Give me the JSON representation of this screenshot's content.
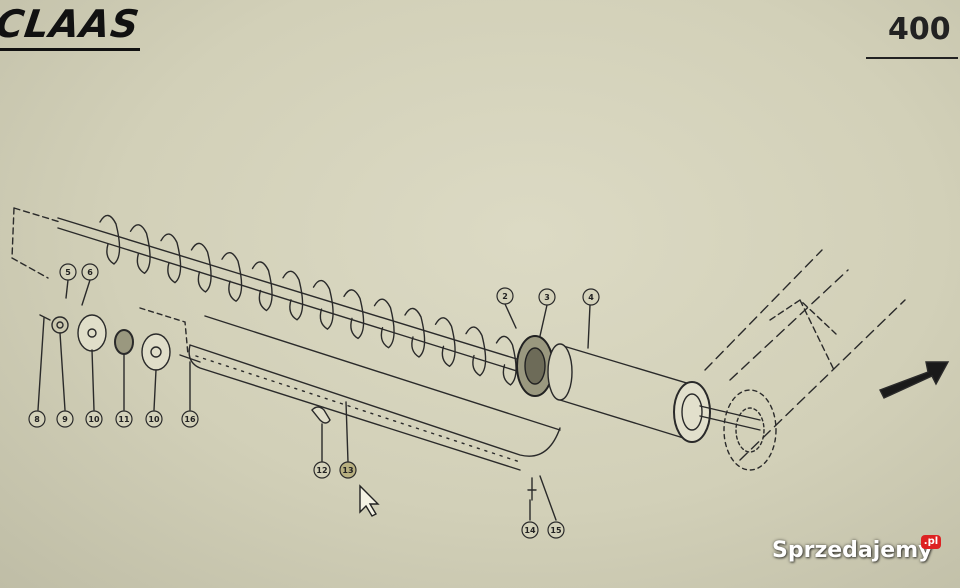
{
  "header": {
    "brand": "CLAAS",
    "page_number": "400"
  },
  "watermark": {
    "text": "Sprzedajemy",
    "badge": ".pl"
  },
  "colors": {
    "paper": "#d4d2ba",
    "ink": "#2a2a2a",
    "highlight": "#b8b080"
  },
  "callouts": [
    {
      "id": "callout-2",
      "label": "2"
    },
    {
      "id": "callout-3",
      "label": "3"
    },
    {
      "id": "callout-4",
      "label": "4"
    },
    {
      "id": "callout-5",
      "label": "5"
    },
    {
      "id": "callout-6",
      "label": "6"
    },
    {
      "id": "callout-8",
      "label": "8"
    },
    {
      "id": "callout-9",
      "label": "9"
    },
    {
      "id": "callout-10a",
      "label": "10"
    },
    {
      "id": "callout-11",
      "label": "11"
    },
    {
      "id": "callout-10b",
      "label": "10"
    },
    {
      "id": "callout-16",
      "label": "16"
    },
    {
      "id": "callout-12",
      "label": "12"
    },
    {
      "id": "callout-13",
      "label": "13",
      "highlighted": true
    },
    {
      "id": "callout-14",
      "label": "14"
    },
    {
      "id": "callout-15",
      "label": "15"
    }
  ]
}
